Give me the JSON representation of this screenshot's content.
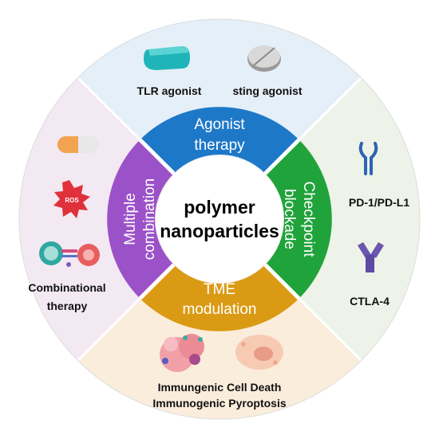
{
  "center": {
    "line1": "polymer",
    "line2": "nanoparticles"
  },
  "ring": {
    "top": {
      "line1": "Agonist",
      "line2": "therapy",
      "color": "#1E78C8"
    },
    "right": {
      "line1": "Checkpoint",
      "line2": "blockade",
      "color": "#20A33A"
    },
    "bottom": {
      "line1": "TME",
      "line2": "modulation",
      "color": "#DA9A14"
    },
    "left": {
      "line1": "Multiple",
      "line2": "combination",
      "color": "#9B52C8"
    }
  },
  "outer": {
    "top": {
      "label_a": "TLR agonist",
      "label_b": "sting agonist",
      "color": "#E5EFF8"
    },
    "right": {
      "label_a": "PD-1/PD-L1",
      "label_b": "CTLA-4",
      "color": "#EDF3E8"
    },
    "bottom": {
      "line1": "Immungenic Cell Death",
      "line2": "Immunogenic Pyroptosis",
      "color": "#FAEDDC"
    },
    "left": {
      "line1": "Combinational",
      "line2": "therapy",
      "ros": "ROS",
      "color": "#F2E9F2"
    }
  }
}
